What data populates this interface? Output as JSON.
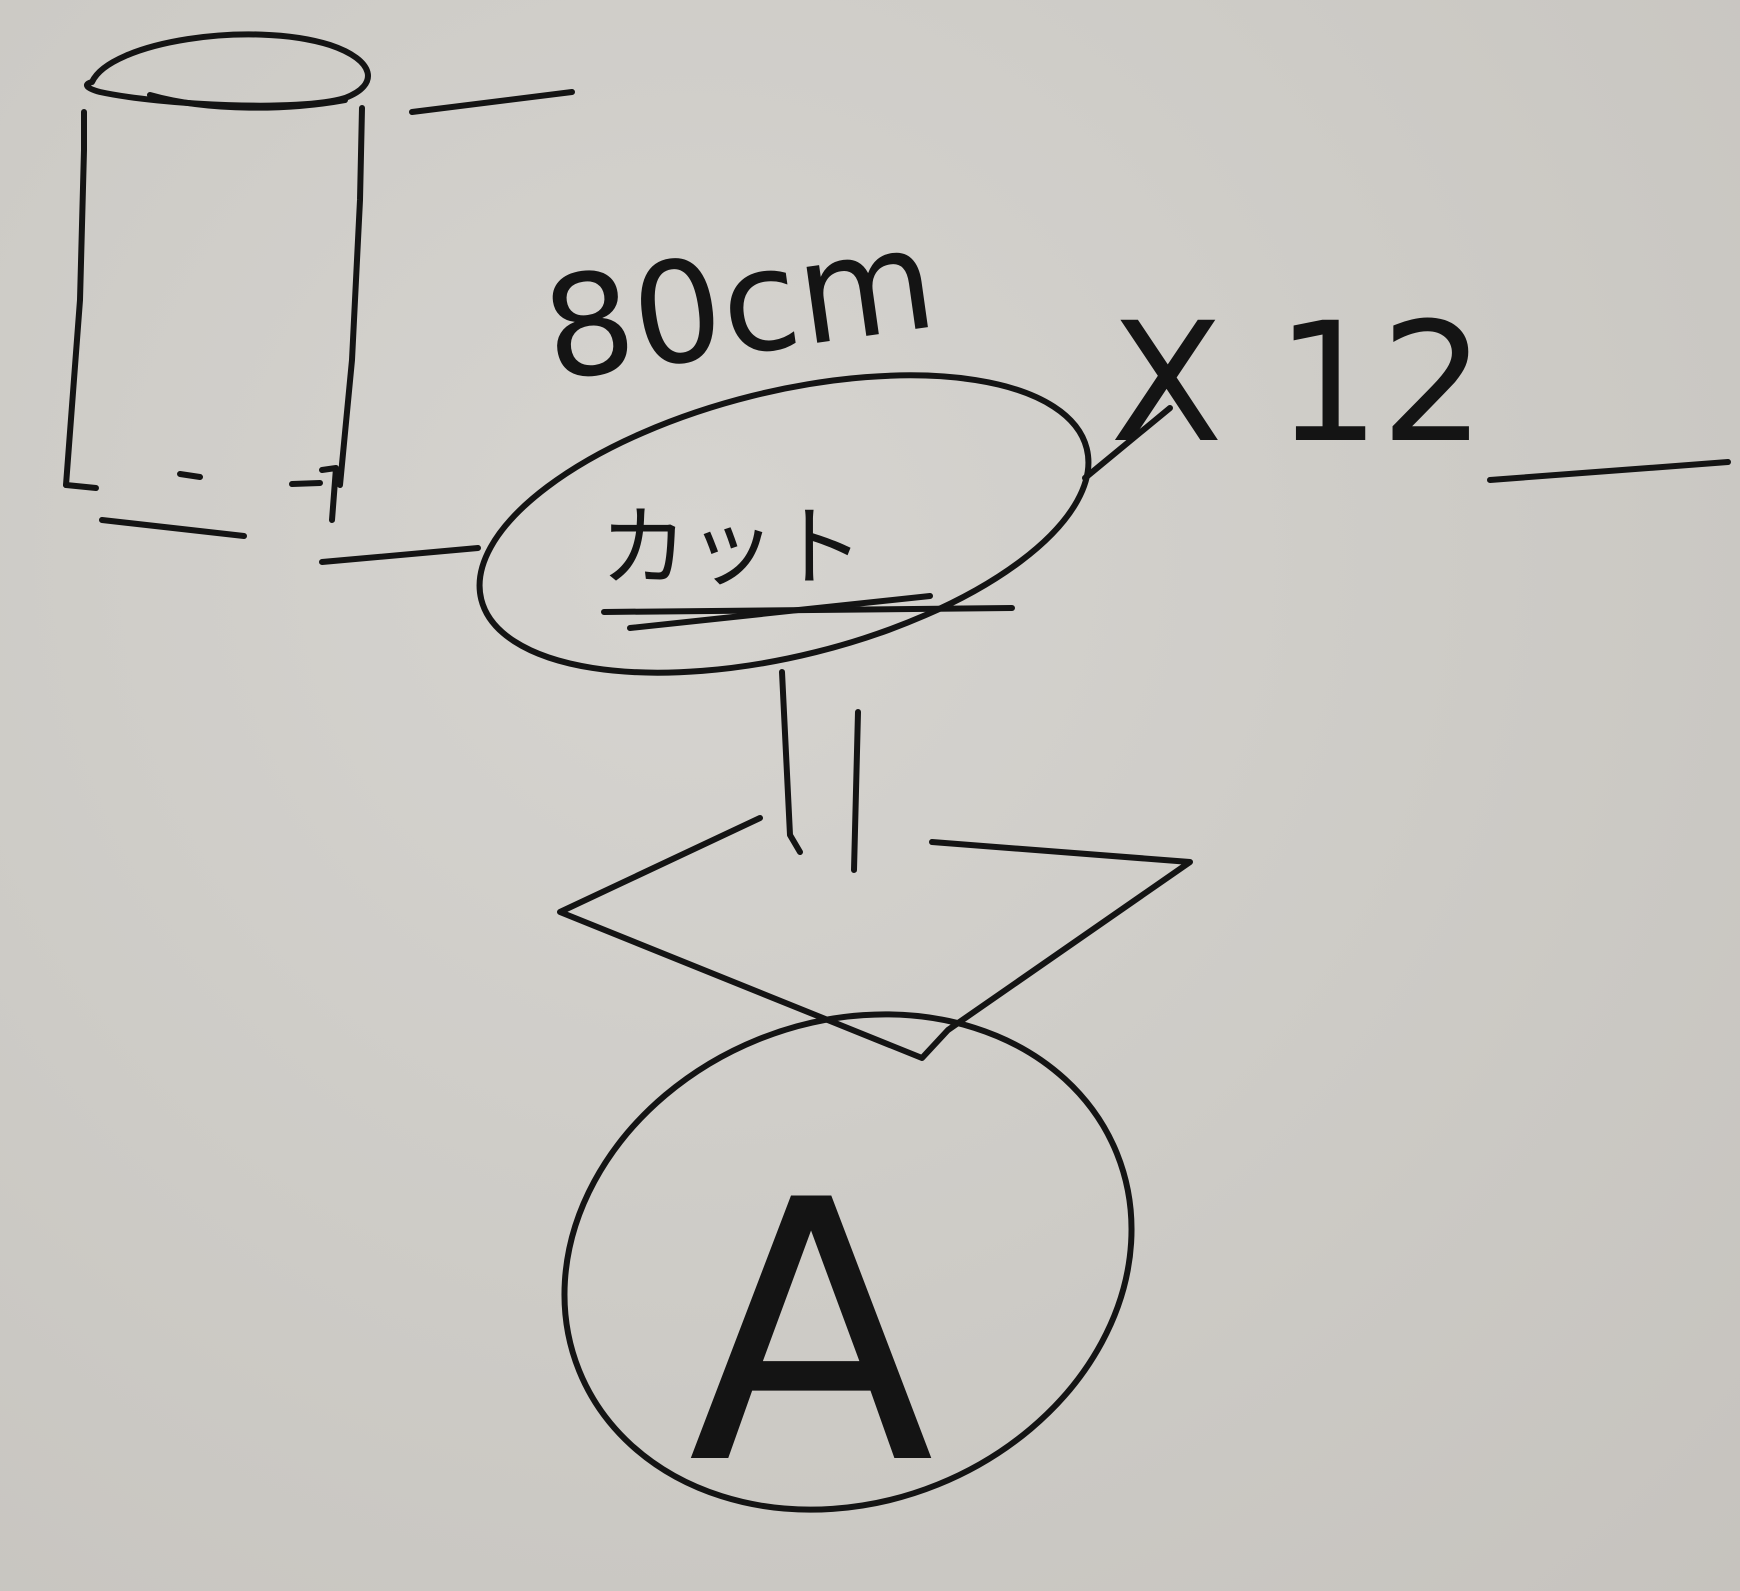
{
  "diagram": {
    "length_label": "80cm",
    "multiplier_label": "X 12",
    "process_label": "カット",
    "output_label": "A"
  },
  "colors": {
    "paper": "#cfcdc8",
    "ink": "#141414"
  }
}
